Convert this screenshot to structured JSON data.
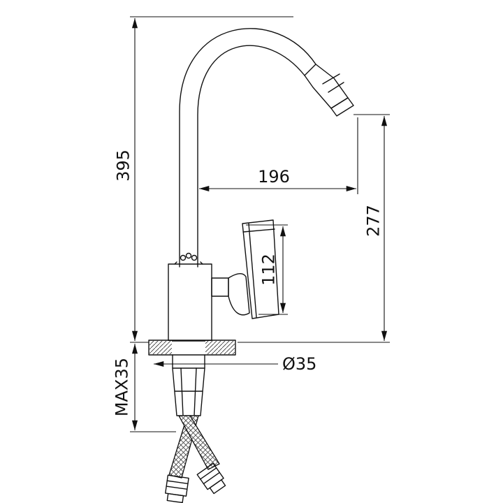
{
  "drawing": {
    "title": "Kitchen faucet installation dimension drawing",
    "colors": {
      "ink": "#111111",
      "background": "#ffffff"
    },
    "labels": {
      "total_height": "395",
      "spout_reach": "196",
      "spout_height": "277",
      "handle_height": "112",
      "hole_diameter": "Ø35",
      "max_deck_thickness": "MAX35"
    }
  }
}
